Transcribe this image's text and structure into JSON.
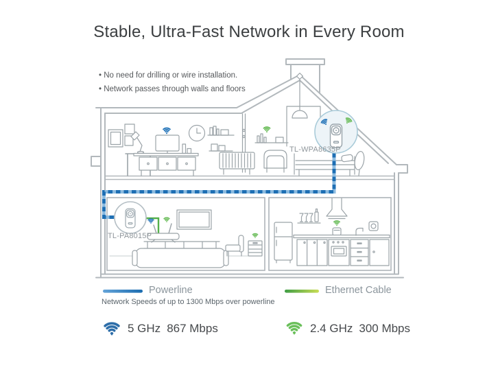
{
  "title": "Stable, Ultra-Fast Network in Every Room",
  "bullets": {
    "item1": "No need for drilling or wire installation.",
    "item2": "Network passes through walls and floors"
  },
  "house": {
    "upper_device": {
      "label": "TL-WPA8635P"
    },
    "lower_device": {
      "label": "TL-PA8015P"
    }
  },
  "legend": {
    "powerline_label": "Powerline",
    "ethernet_label": "Ethernet Cable",
    "note": "Network Speeds of up to 1300 Mbps over powerline"
  },
  "speeds": {
    "wifi5": {
      "band": "5 GHz",
      "rate": "867 Mbps"
    },
    "wifi24": {
      "band": "2.4 GHz",
      "rate": "300 Mbps"
    }
  },
  "colors": {
    "powerline_blue_dark": "#1e6fb4",
    "powerline_blue_light": "#8cbbe0",
    "ethernet_green": "#54b04a",
    "ethernet_gradient_end": "#c9dd55",
    "wifi_5ghz_blue": "#2e6ea9",
    "wifi_24ghz_green": "#6abf5a",
    "structure_gray": "#b2b8bc",
    "furniture_gray": "#9ba3a8"
  },
  "icons": {
    "wifi-icon": "fan of three arcs with drop dot",
    "powerline-adapter-icon": "wall plug device with round socket",
    "router-icon": "flat router with two antennas"
  }
}
